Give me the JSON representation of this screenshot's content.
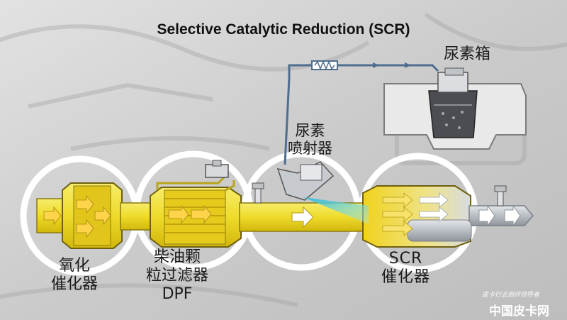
{
  "title": "Selective Catalytic Reduction (SCR)",
  "labels": {
    "urea_tank": "尿素箱",
    "urea_injector": "尿素\n喷射器",
    "doc": "氧化\n催化器",
    "dpf": "柴油颗\n粒过滤器\nDPF",
    "scr": "SCR\n催化器"
  },
  "watermark": {
    "slogan": "皮卡行业测评领导者",
    "site": "中国皮卡网"
  },
  "colors": {
    "background": "#cfcfcf",
    "exhaust_yellow": "#f2e23a",
    "catalyst_yellow": "#f0d21c",
    "pipe_gray": "#b9bdc2",
    "urea_line": "#4f6e8f",
    "spray_cyan": "#46c9d9"
  },
  "icons": [
    "flow-arrow-icon",
    "sensor-icon",
    "pump-icon",
    "spring-damper-icon"
  ]
}
